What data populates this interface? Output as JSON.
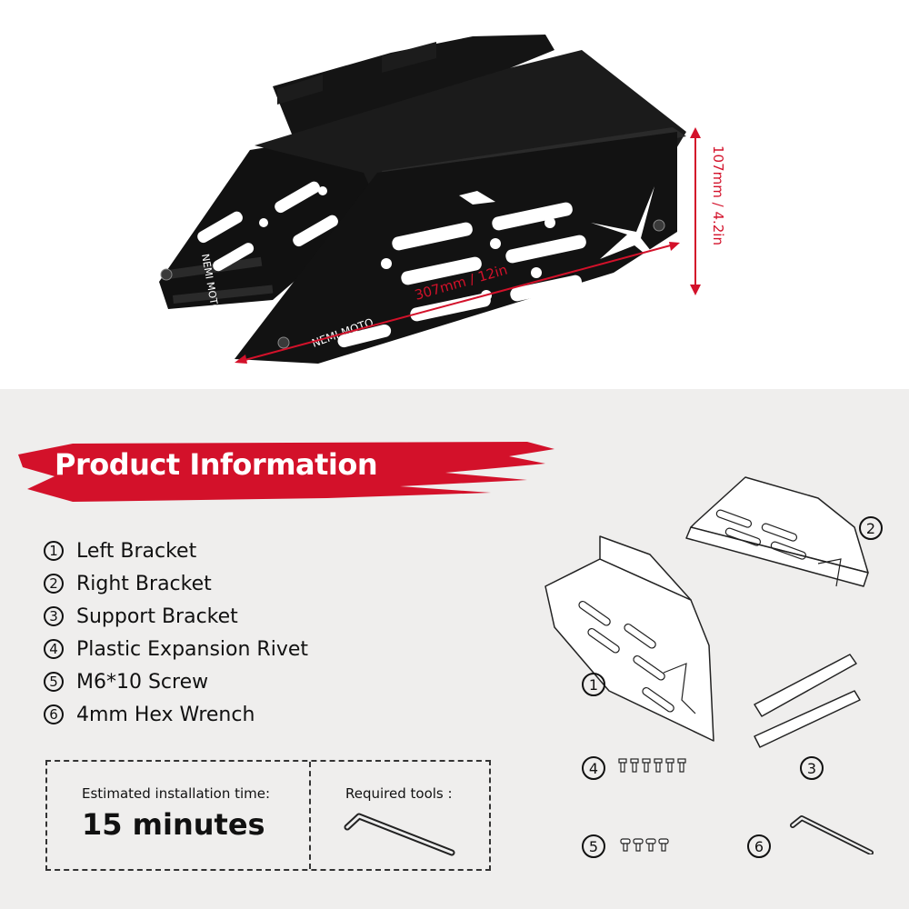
{
  "dimensions": {
    "height": "107mm / 4.2in",
    "length": "307mm / 12in"
  },
  "brand": {
    "text": "NEMI MOTO"
  },
  "section_title": "Product Information",
  "parts": [
    {
      "num": "1",
      "name": "Left Bracket"
    },
    {
      "num": "2",
      "name": "Right Bracket"
    },
    {
      "num": "3",
      "name": "Support Bracket"
    },
    {
      "num": "4",
      "name": "Plastic Expansion Rivet"
    },
    {
      "num": "5",
      "name": "M6*10 Screw"
    },
    {
      "num": "6",
      "name": "4mm Hex Wrench"
    }
  ],
  "install": {
    "time_label": "Estimated installation time:",
    "time_value": "15 minutes",
    "tools_label": "Required tools :"
  },
  "colors": {
    "accent": "#d3112a",
    "product": "#111111",
    "bottom_bg": "#efeeed"
  },
  "icons": [
    "hex-wrench-icon",
    "rivet-icon",
    "screw-icon"
  ]
}
